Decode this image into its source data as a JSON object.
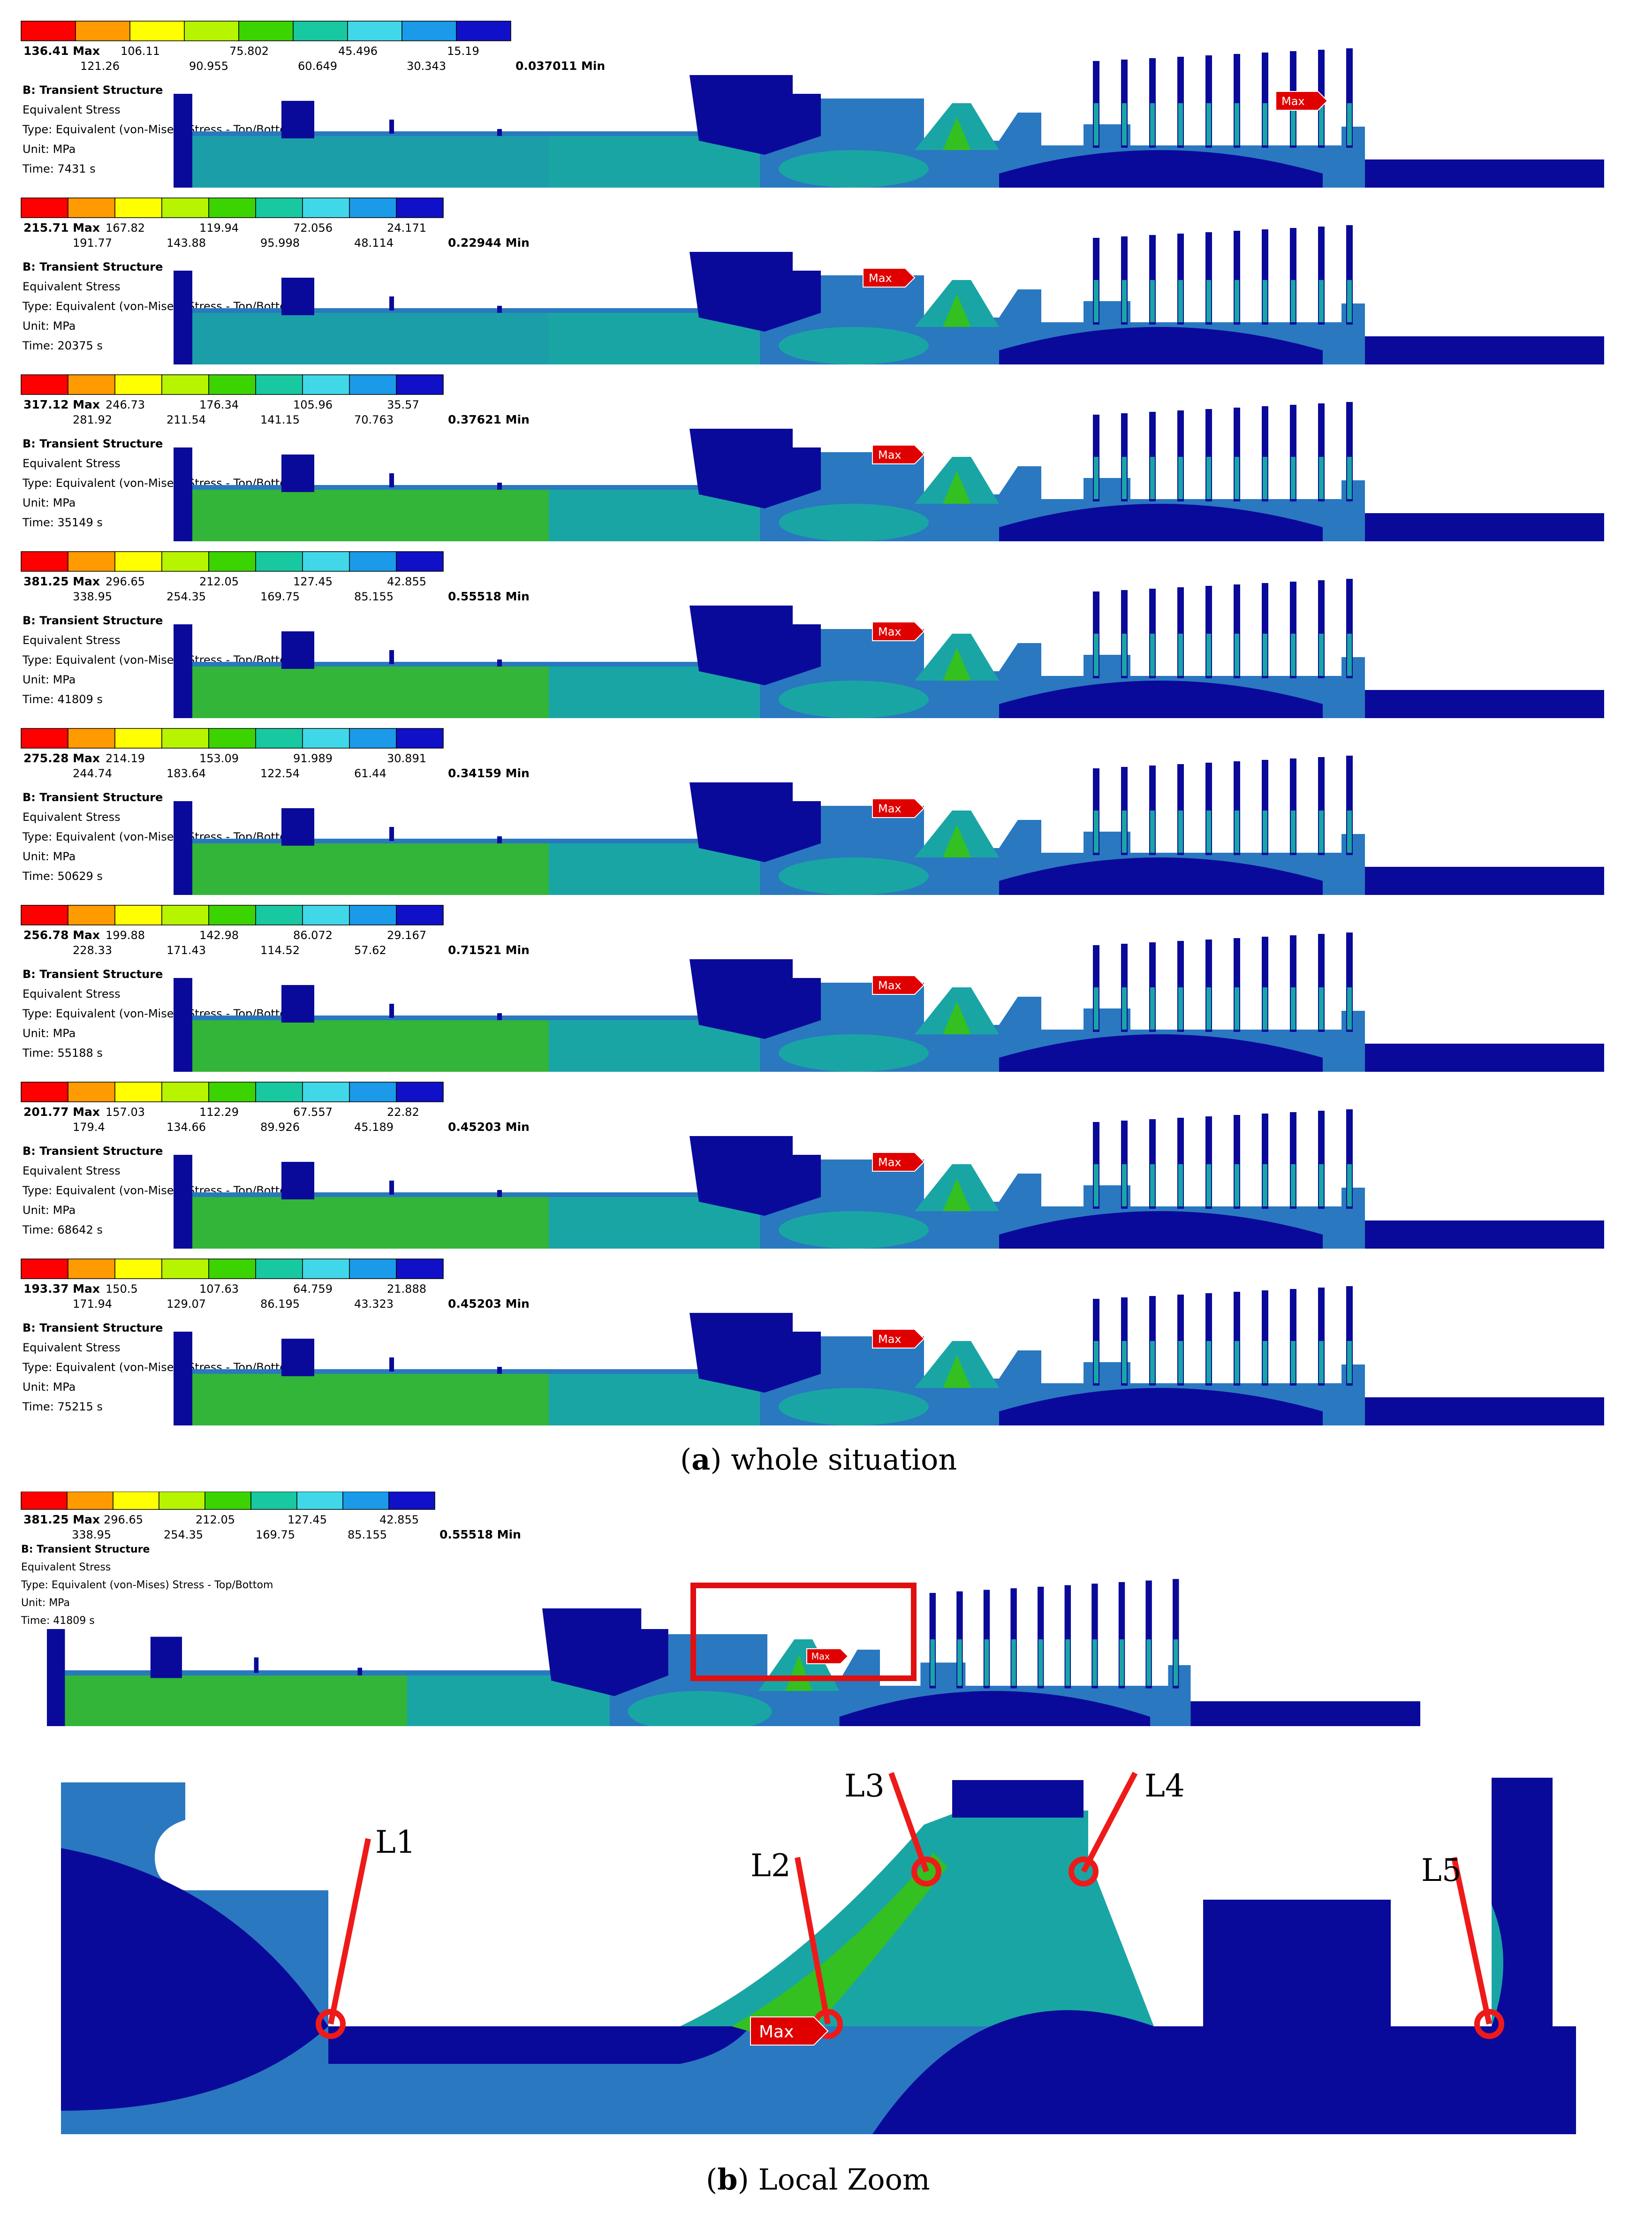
{
  "legend_colors": [
    "#ff0000",
    "#ff9a00",
    "#ffff00",
    "#b6f400",
    "#3cd400",
    "#18c8a0",
    "#40d8e8",
    "#1a9ae8",
    "#1010c8"
  ],
  "stress_colors": {
    "high": "#34c020",
    "mid": "#1aa5a5",
    "low": "#2a78c0",
    "min": "#0a0a9a"
  },
  "panels": [
    {
      "max": "136.41 Max",
      "row1": [
        "106.11",
        "75.802",
        "45.496",
        "15.19"
      ],
      "row2": [
        "121.26",
        "90.955",
        "60.649",
        "30.343"
      ],
      "min": "0.037011 Min",
      "title": "B: Transient Structure",
      "subtitle": "Equivalent Stress",
      "type": "Type: Equivalent (von-Mises) Stress - Top/Bottom",
      "unit": "Unit: MPa",
      "time": "Time: 7431 s",
      "max_tag": "Max"
    },
    {
      "max": "215.71 Max",
      "row1": [
        "167.82",
        "119.94",
        "72.056",
        "24.171"
      ],
      "row2": [
        "191.77",
        "143.88",
        "95.998",
        "48.114"
      ],
      "min": "0.22944 Min",
      "title": "B: Transient Structure",
      "subtitle": "Equivalent Stress",
      "type": "Type: Equivalent (von-Mises) Stress - Top/Bottom",
      "unit": "Unit: MPa",
      "time": "Time: 20375 s",
      "max_tag": "Max"
    },
    {
      "max": "317.12 Max",
      "row1": [
        "246.73",
        "176.34",
        "105.96",
        "35.57"
      ],
      "row2": [
        "281.92",
        "211.54",
        "141.15",
        "70.763"
      ],
      "min": "0.37621 Min",
      "title": "B: Transient Structure",
      "subtitle": "Equivalent Stress",
      "type": "Type: Equivalent (von-Mises) Stress - Top/Bottom",
      "unit": "Unit: MPa",
      "time": "Time: 35149 s",
      "max_tag": "Max"
    },
    {
      "max": "381.25 Max",
      "row1": [
        "296.65",
        "212.05",
        "127.45",
        "42.855"
      ],
      "row2": [
        "338.95",
        "254.35",
        "169.75",
        "85.155"
      ],
      "min": "0.55518 Min",
      "title": "B: Transient Structure",
      "subtitle": "Equivalent Stress",
      "type": "Type: Equivalent (von-Mises) Stress - Top/Bottom",
      "unit": "Unit: MPa",
      "time": "Time: 41809 s",
      "max_tag": "Max"
    },
    {
      "max": "275.28 Max",
      "row1": [
        "214.19",
        "153.09",
        "91.989",
        "30.891"
      ],
      "row2": [
        "244.74",
        "183.64",
        "122.54",
        "61.44"
      ],
      "min": "0.34159 Min",
      "title": "B: Transient Structure",
      "subtitle": "Equivalent Stress",
      "type": "Type: Equivalent (von-Mises) Stress - Top/Bottom",
      "unit": "Unit: MPa",
      "time": "Time: 50629 s",
      "max_tag": "Max"
    },
    {
      "max": "256.78 Max",
      "row1": [
        "199.88",
        "142.98",
        "86.072",
        "29.167"
      ],
      "row2": [
        "228.33",
        "171.43",
        "114.52",
        "57.62"
      ],
      "min": "0.71521 Min",
      "title": "B: Transient Structure",
      "subtitle": "Equivalent Stress",
      "type": "Type: Equivalent (von-Mises) Stress - Top/Bottom",
      "unit": "Unit: MPa",
      "time": "Time: 55188 s",
      "max_tag": "Max"
    },
    {
      "max": "201.77 Max",
      "row1": [
        "157.03",
        "112.29",
        "67.557",
        "22.82"
      ],
      "row2": [
        "179.4",
        "134.66",
        "89.926",
        "45.189"
      ],
      "min": "0.45203 Min",
      "title": "B: Transient Structure",
      "subtitle": "Equivalent Stress",
      "type": "Type: Equivalent (von-Mises) Stress - Top/Bottom",
      "unit": "Unit: MPa",
      "time": "Time: 68642 s",
      "max_tag": "Max"
    },
    {
      "max": "193.37 Max",
      "row1": [
        "150.5",
        "107.63",
        "64.759",
        "21.888"
      ],
      "row2": [
        "171.94",
        "129.07",
        "86.195",
        "43.323"
      ],
      "min": "0.45203 Min",
      "title": "B: Transient Structure",
      "subtitle": "Equivalent Stress",
      "type": "Type: Equivalent (von-Mises) Stress - Top/Bottom",
      "unit": "Unit: MPa",
      "time": "Time: 75215 s",
      "max_tag": "Max"
    }
  ],
  "caption_a": {
    "letter": "a",
    "text": " whole situation"
  },
  "panel_b": {
    "max": "381.25 Max",
    "row1": [
      "296.65",
      "212.05",
      "127.45",
      "42.855"
    ],
    "row2": [
      "338.95",
      "254.35",
      "169.75",
      "85.155"
    ],
    "min": "0.55518 Min",
    "title": "B: Transient Structure",
    "subtitle": "Equivalent Stress",
    "type": "Type: Equivalent (von-Mises) Stress - Top/Bottom",
    "unit": "Unit: MPa",
    "time": "Time: 41809 s",
    "max_tag": "Max"
  },
  "zoom": {
    "labels": [
      "L1",
      "L2",
      "L3",
      "L4",
      "L5"
    ],
    "max_tag": "Max"
  },
  "caption_b": {
    "letter": "b",
    "text": " Local Zoom"
  }
}
